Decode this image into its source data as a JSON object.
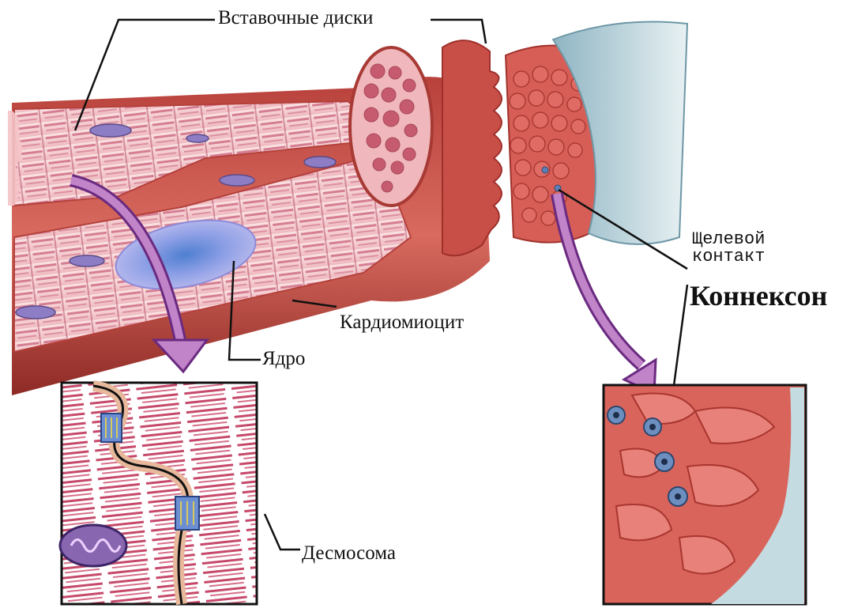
{
  "labels": {
    "intercalated_discs": "Вставочные диски",
    "gap_junction_line1": "Щелевой",
    "gap_junction_line2": "контакт",
    "connexon": "Коннексон",
    "cardiomyocyte": "Кардиомиоцит",
    "nucleus": "Ядро",
    "desmosome": "Десмосома"
  },
  "colors": {
    "muscle": "#c8524a",
    "muscle_dark": "#9e2f2a",
    "fiber_pink": "#f3cfd2",
    "striation": "#c0536a",
    "nucleus": "#b3b2ea",
    "arrow": "#b06ab8",
    "membrane_blue": "#bfd8df",
    "connexon": "#6d8fbf"
  }
}
